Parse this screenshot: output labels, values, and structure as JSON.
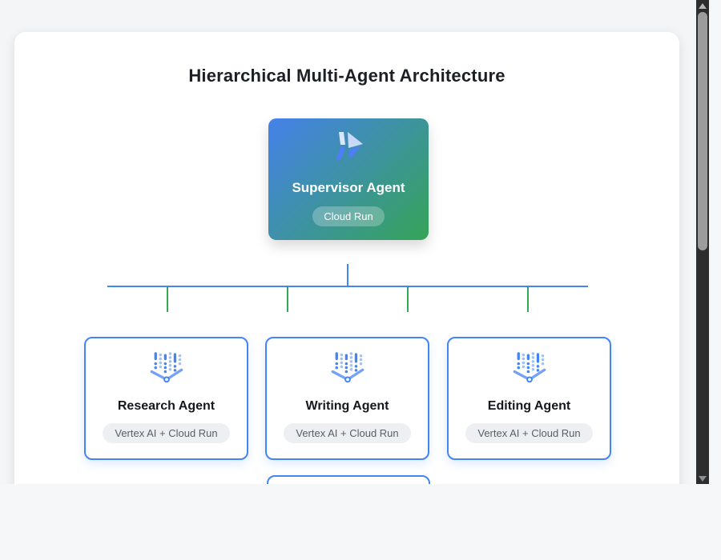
{
  "colors": {
    "accent_blue": "#4285f4",
    "accent_green": "#34a853",
    "gradient_start": "#4581ea",
    "gradient_end": "#35a457"
  },
  "diagram": {
    "title": "Hierarchical Multi-Agent Architecture",
    "supervisor": {
      "name": "Supervisor Agent",
      "badge": "Cloud Run",
      "icon": "cloud-run-icon"
    },
    "agents": [
      {
        "name": "Research Agent",
        "badge": "Vertex AI + Cloud Run",
        "icon": "vertex-ai-icon"
      },
      {
        "name": "Writing Agent",
        "badge": "Vertex AI + Cloud Run",
        "icon": "vertex-ai-icon"
      },
      {
        "name": "Editing Agent",
        "badge": "Vertex AI + Cloud Run",
        "icon": "vertex-ai-icon"
      }
    ],
    "connector_branch_count": 4
  },
  "scrollbar": {
    "orientation": "vertical"
  }
}
